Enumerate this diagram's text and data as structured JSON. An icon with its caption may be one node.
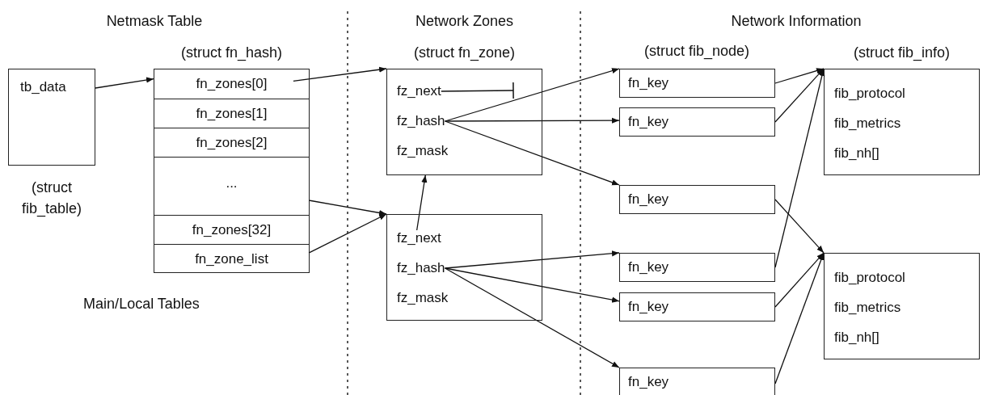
{
  "diagram": {
    "nodes": [
      {
        "text": [
          "tb_data"
        ],
        "beside": [
          "(struct fib_table)"
        ]
      },
      {
        "text": [
          "(struct fn_hash)"
        ]
      },
      {
        "text": [
          "fn_zones[0]"
        ],
        "in": 1
      },
      {
        "text": [
          "fn_zones[1]"
        ],
        "in": 1
      },
      {
        "text": [
          "fn_zones[2]"
        ],
        "in": 1
      },
      {
        "text": [
          "..."
        ],
        "in": 1
      },
      {
        "text": [
          "fn_zones[32]"
        ],
        "in": 1
      },
      {
        "text": [
          "fn_zone_list"
        ],
        "in": 1
      },
      {
        "text": [
          "(struct fn_zone)"
        ]
      },
      {
        "text": [
          "fz_next"
        ],
        "in": 8
      },
      {
        "text": [
          "fz_hash"
        ],
        "in": 8
      },
      {
        "text": [
          "fz_mask"
        ],
        "in": 8
      },
      {
        "text": [],
        "shape": "box"
      },
      {
        "text": [
          "fz_next"
        ],
        "in": 12
      },
      {
        "text": [
          "fz_hash"
        ],
        "in": 12
      },
      {
        "text": [
          "fz_mask"
        ],
        "in": 12
      },
      {
        "text": [
          "fn_key"
        ]
      },
      {
        "text": [
          "fn_key"
        ]
      },
      {
        "text": [
          "fn_key"
        ]
      },
      {
        "text": [
          "fn_key"
        ]
      },
      {
        "text": [
          "fn_key"
        ]
      },
      {
        "text": [
          "fn_key"
        ]
      },
      {
        "text": [
          "(struct fib_info)",
          "fib_protocol",
          "fib_metrics",
          "fib_nh[]"
        ]
      },
      {
        "text": [
          "fib_protocol",
          "fib_metrics",
          "fib_nh[]"
        ]
      }
    ],
    "edges": [
      {
        "from": 0,
        "to": 1,
        "arrow": "to"
      },
      {
        "from": 2,
        "to": 8,
        "arrow": "to"
      },
      {
        "from": 5,
        "to": 12,
        "arrow": "to"
      },
      {
        "from": 7,
        "to": 12,
        "arrow": "to"
      },
      {
        "from": 13,
        "to": 8,
        "arrow": "to"
      },
      {
        "from": 9,
        "to": null,
        "arrow": "other"
      },
      {
        "from": 10,
        "to": 16,
        "arrow": "to"
      },
      {
        "from": 10,
        "to": 17,
        "arrow": "to"
      },
      {
        "from": 10,
        "to": 18,
        "arrow": "to"
      },
      {
        "from": 14,
        "to": 19,
        "arrow": "to"
      },
      {
        "from": 14,
        "to": 20,
        "arrow": "to"
      },
      {
        "from": 14,
        "to": 21,
        "arrow": "to"
      },
      {
        "from": 16,
        "to": 22,
        "arrow": "to"
      },
      {
        "from": 17,
        "to": 22,
        "arrow": "to"
      },
      {
        "from": 19,
        "to": 22,
        "arrow": "to"
      },
      {
        "from": 18,
        "to": 23,
        "arrow": "to"
      },
      {
        "from": 20,
        "to": 23,
        "arrow": "to"
      },
      {
        "from": 21,
        "to": 23,
        "arrow": "to"
      }
    ],
    "labels": [
      "Netmask Table",
      "Network Zones",
      "Network Information",
      "(struct fib_node)",
      "Main/Local Tables"
    ]
  }
}
